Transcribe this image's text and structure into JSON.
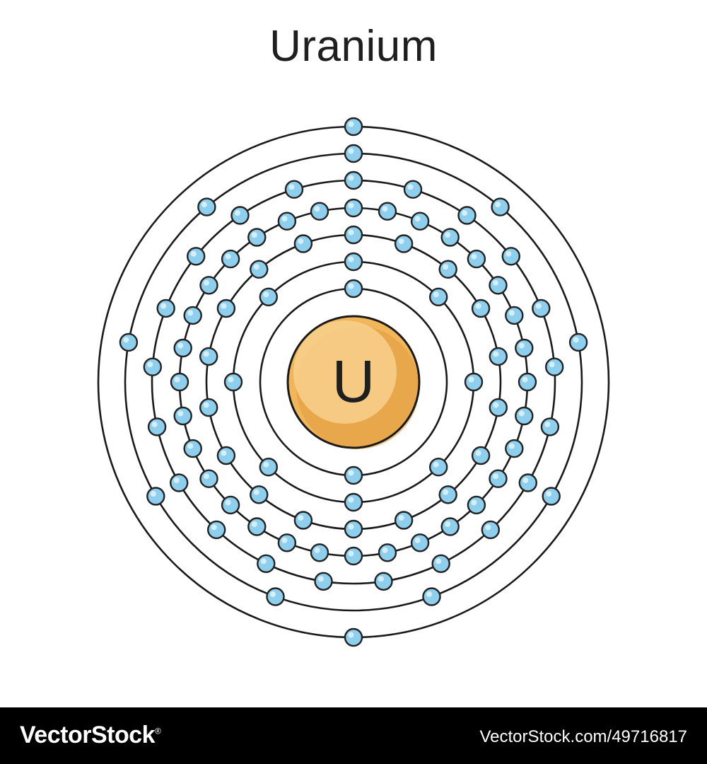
{
  "title": "Uranium",
  "element_symbol": "U",
  "shells": [
    {
      "shell": 1,
      "electrons": 2
    },
    {
      "shell": 2,
      "electrons": 8
    },
    {
      "shell": 3,
      "electrons": 18
    },
    {
      "shell": 4,
      "electrons": 32
    },
    {
      "shell": 5,
      "electrons": 21
    },
    {
      "shell": 6,
      "electrons": 9
    },
    {
      "shell": 7,
      "electrons": 2
    }
  ],
  "colors": {
    "electron_fill": "#8fcfee",
    "electron_stroke": "#222222",
    "nucleus_fill": "#f2b65a",
    "nucleus_highlight": "#f8d08c",
    "nucleus_shadow": "#e09b3e",
    "orbit_stroke": "#1a1a1a"
  },
  "footer": {
    "brand": "VectorStock",
    "brand_mark": "®",
    "image_id": "VectorStock.com/49716817"
  }
}
